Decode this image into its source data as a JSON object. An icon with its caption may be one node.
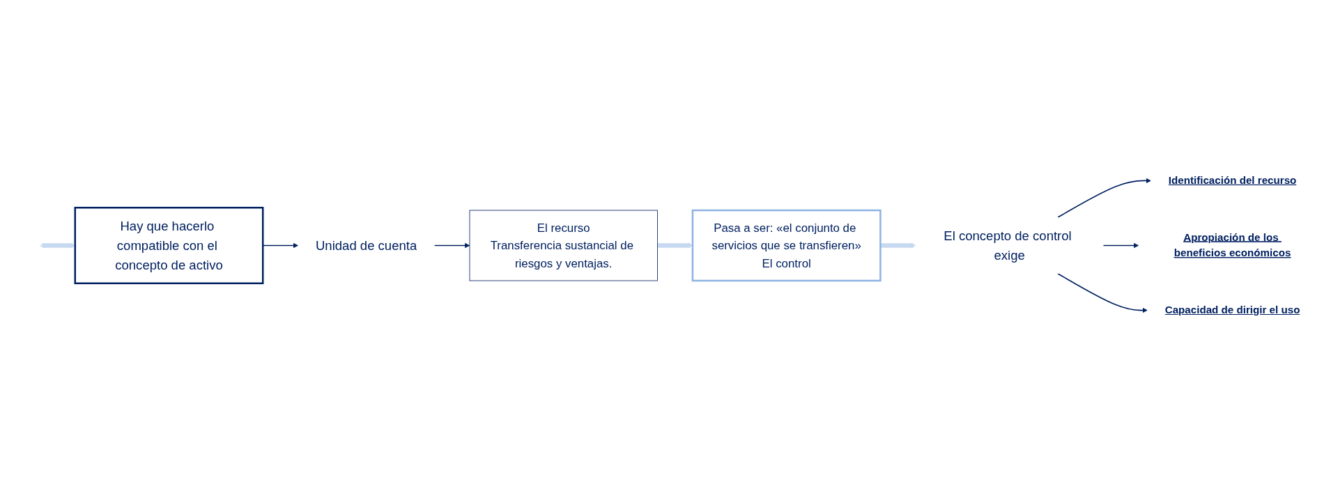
{
  "diagram": {
    "nodes": [
      {
        "text": [
          "Hay que hacerlo compatible con el concepto de activo"
        ]
      },
      {
        "text": [
          "Unidad de cuenta"
        ]
      },
      {
        "text": [
          "El recurso",
          "Transferencia sustancial de riesgos y ventajas."
        ]
      },
      {
        "text": [
          "Pasa a ser: «el conjunto de servicios que se transfieren»",
          "El control"
        ]
      },
      {
        "text": [
          "El concepto de control exige"
        ]
      },
      {
        "text": [
          "Identificación del recurso"
        ]
      },
      {
        "text": [
          "Apropiación de los beneficios económicos"
        ]
      },
      {
        "text": [
          "Capacidad de dirigir el uso"
        ]
      }
    ],
    "edges": [
      {
        "from": null,
        "to": 0,
        "arrow": "both",
        "style": "thick",
        "color": "#c6d9f0"
      },
      {
        "from": 0,
        "to": 1,
        "arrow": "to"
      },
      {
        "from": 1,
        "to": 2,
        "arrow": "to"
      },
      {
        "from": 2,
        "to": 3,
        "arrow": "to",
        "style": "thick",
        "color": "#c6d9f0"
      },
      {
        "from": 3,
        "to": 4,
        "arrow": "to",
        "style": "thick",
        "color": "#c6d9f0"
      },
      {
        "from": 4,
        "to": 5,
        "arrow": "to"
      },
      {
        "from": 4,
        "to": 6,
        "arrow": "to"
      },
      {
        "from": 4,
        "to": 7,
        "arrow": "to"
      }
    ]
  }
}
